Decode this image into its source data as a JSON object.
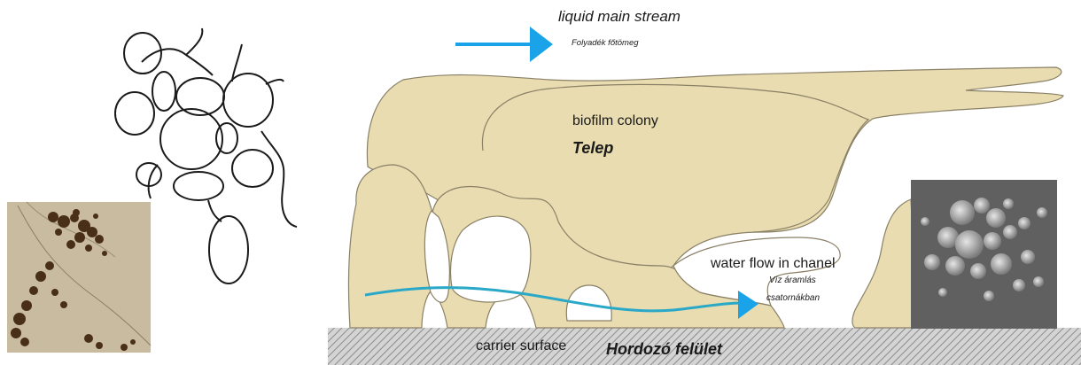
{
  "labels": {
    "main_stream_en": "liquid main stream",
    "main_stream_hu": "Folyadék főtömeg",
    "colony_en": "biofilm colony",
    "colony_hu": "Telep",
    "channel_en": "water flow in chanel",
    "channel_hu_1": "Víz áramlás",
    "channel_hu_2": "csatornákban",
    "surface_en": "carrier surface",
    "surface_hu": "Hordozó felület"
  },
  "colors": {
    "biofilm_fill": "#e8dcb0",
    "biofilm_stroke": "#8a8066",
    "main_arrow": "#1aa3e8",
    "channel_flow": "#2aa8c8",
    "surface_hatch": "#9a9a9a",
    "micro_photo_bg": "#c2b59a",
    "sem_photo_bg": "#6f6f6f"
  },
  "icons": {
    "microscope_photo": "microscopy-image",
    "sem_photo": "sem-image",
    "cell_cluster": "cell-cluster-sketch"
  }
}
